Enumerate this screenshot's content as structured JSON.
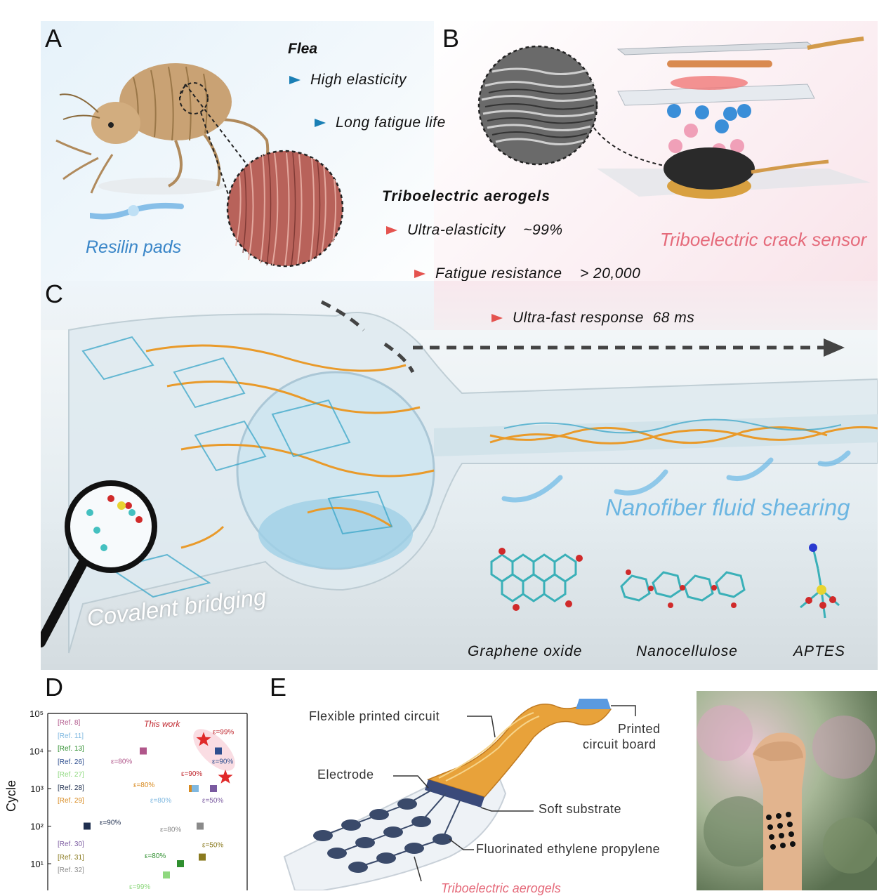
{
  "panels": {
    "A": {
      "letter": "A",
      "heading": "Flea",
      "features": [
        "High elasticity",
        "Long fatigue life"
      ],
      "pad_label": "Resilin pads"
    },
    "B": {
      "letter": "B",
      "label": "Triboelectric crack sensor"
    },
    "aerogel": {
      "heading": "Triboelectric aerogels",
      "features": [
        {
          "name": "Ultra-elasticity",
          "value": "~99%"
        },
        {
          "name": "Fatigue resistance",
          "value": "> 20,000"
        },
        {
          "name": "Ultra-fast response",
          "value": "68 ms"
        }
      ]
    },
    "C": {
      "letter": "C",
      "shear_label": "Nanofiber fluid shearing",
      "bridge_label": "Covalent bridging",
      "molecules": [
        "Graphene oxide",
        "Nanocellulose",
        "APTES"
      ]
    },
    "D": {
      "letter": "D",
      "ylabel": "Cycle",
      "ytick_labels": [
        "10⁵",
        "10⁴",
        "10³",
        "10²",
        "10¹"
      ],
      "legend_top": [
        {
          "label": "[Ref. 8]",
          "color": "#b0568a"
        },
        {
          "label": "[Ref. 11]",
          "color": "#7fb8e0"
        },
        {
          "label": "[Ref. 13]",
          "color": "#2f8f2f"
        },
        {
          "label": "[Ref. 26]",
          "color": "#2f4f8f"
        },
        {
          "label": "[Ref. 27]",
          "color": "#8fd87f"
        },
        {
          "label": "[Ref. 28]",
          "color": "#1f2f4f"
        },
        {
          "label": "[Ref. 29]",
          "color": "#d88a1f"
        }
      ],
      "legend_bottom": [
        {
          "label": "[Ref. 30]",
          "color": "#7a5aa0"
        },
        {
          "label": "[Ref. 31]",
          "color": "#8a7a1f"
        },
        {
          "label": "[Ref. 32]",
          "color": "#8a8a8a"
        }
      ],
      "this_work": "This work"
    },
    "E": {
      "letter": "E",
      "callouts": {
        "fpc": "Flexible printed circuit",
        "pcb_line1": "Printed",
        "pcb_line2": "circuit board",
        "electrode": "Electrode",
        "substrate": "Soft substrate",
        "fep": "Fluorinated ethylene propylene",
        "aerogel": "Triboelectric aerogels"
      }
    }
  },
  "chart_data": {
    "type": "scatter",
    "xlabel": "",
    "ylabel": "Cycle",
    "yscale": "log",
    "ylim": [
      1,
      100000
    ],
    "series": [
      {
        "name": "This work",
        "color": "#e02a2a",
        "marker": "star",
        "points": [
          {
            "strain": "ε=99%",
            "cycle": 20000
          },
          {
            "strain": "ε=90%",
            "cycle": 2000
          }
        ]
      },
      {
        "name": "[Ref. 8]",
        "color": "#b0568a",
        "marker": "square",
        "points": [
          {
            "strain": "ε=80%",
            "cycle": 10000
          }
        ]
      },
      {
        "name": "[Ref. 26]",
        "color": "#2f4f8f",
        "marker": "square",
        "points": [
          {
            "strain": "ε=90%",
            "cycle": 10000
          }
        ]
      },
      {
        "name": "[Ref. 29]",
        "color": "#d88a1f",
        "marker": "square",
        "points": [
          {
            "strain": "ε=80%",
            "cycle": 1000
          }
        ]
      },
      {
        "name": "[Ref. 11]",
        "color": "#7fb8e0",
        "marker": "square",
        "points": [
          {
            "strain": "ε=80%",
            "cycle": 1000
          }
        ]
      },
      {
        "name": "[Ref. 30]",
        "color": "#7a5aa0",
        "marker": "square",
        "points": [
          {
            "strain": "ε=50%",
            "cycle": 1000
          }
        ]
      },
      {
        "name": "[Ref. 28]",
        "color": "#1f2f4f",
        "marker": "square",
        "points": [
          {
            "strain": "ε=90%",
            "cycle": 100
          }
        ]
      },
      {
        "name": "[Ref. 32]",
        "color": "#8a8a8a",
        "marker": "square",
        "points": [
          {
            "strain": "ε=80%",
            "cycle": 100
          }
        ]
      },
      {
        "name": "[Ref. 31]",
        "color": "#8a7a1f",
        "marker": "square",
        "points": [
          {
            "strain": "ε=50%",
            "cycle": 15
          }
        ]
      },
      {
        "name": "[Ref. 13]",
        "color": "#2f8f2f",
        "marker": "square",
        "points": [
          {
            "strain": "ε=80%",
            "cycle": 10
          }
        ]
      },
      {
        "name": "[Ref. 27]",
        "color": "#8fd87f",
        "marker": "square",
        "points": [
          {
            "strain": "ε=99%",
            "cycle": 5
          }
        ]
      }
    ]
  }
}
